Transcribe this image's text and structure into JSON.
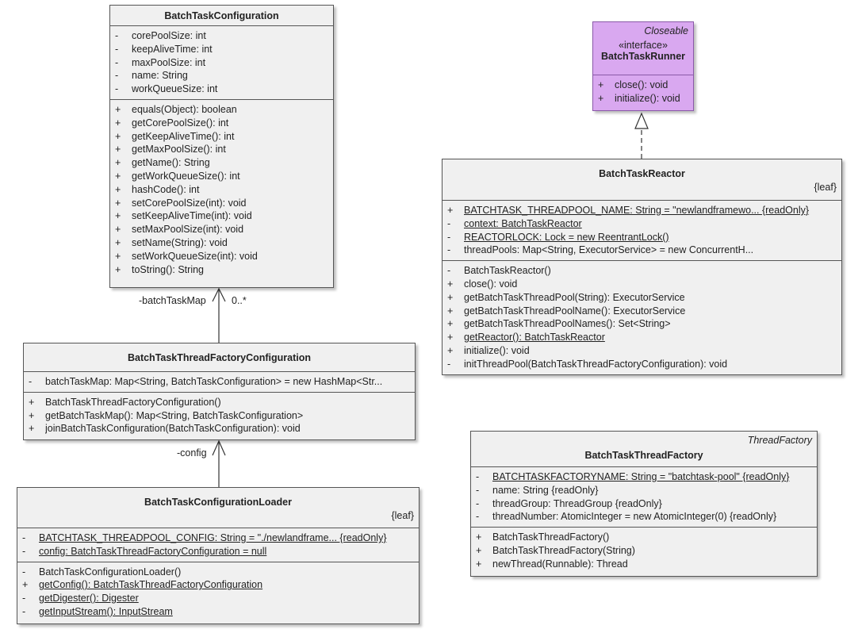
{
  "btc": {
    "name": "BatchTaskConfiguration",
    "attrs": [
      {
        "v": "-",
        "t": "corePoolSize: int"
      },
      {
        "v": "-",
        "t": "keepAliveTime: int"
      },
      {
        "v": "-",
        "t": "maxPoolSize: int"
      },
      {
        "v": "-",
        "t": "name: String"
      },
      {
        "v": "-",
        "t": "workQueueSize: int"
      }
    ],
    "ops": [
      {
        "v": "+",
        "t": "equals(Object): boolean"
      },
      {
        "v": "+",
        "t": "getCorePoolSize(): int"
      },
      {
        "v": "+",
        "t": "getKeepAliveTime(): int"
      },
      {
        "v": "+",
        "t": "getMaxPoolSize(): int"
      },
      {
        "v": "+",
        "t": "getName(): String"
      },
      {
        "v": "+",
        "t": "getWorkQueueSize(): int"
      },
      {
        "v": "+",
        "t": "hashCode(): int"
      },
      {
        "v": "+",
        "t": "setCorePoolSize(int): void"
      },
      {
        "v": "+",
        "t": "setKeepAliveTime(int): void"
      },
      {
        "v": "+",
        "t": "setMaxPoolSize(int): void"
      },
      {
        "v": "+",
        "t": "setName(String): void"
      },
      {
        "v": "+",
        "t": "setWorkQueueSize(int): void"
      },
      {
        "v": "+",
        "t": "toString(): String"
      }
    ]
  },
  "runner": {
    "corner": "Closeable",
    "stereotype": "«interface»",
    "name": "BatchTaskRunner",
    "ops": [
      {
        "v": "+",
        "t": "close(): void"
      },
      {
        "v": "+",
        "t": "initialize(): void"
      }
    ]
  },
  "reactor": {
    "name": "BatchTaskReactor",
    "leaf": "{leaf}",
    "attrs": [
      {
        "v": "+",
        "t": "BATCHTASK_THREADPOOL_NAME: String = \"newlandframewo... {readOnly}",
        "u": true
      },
      {
        "v": "-",
        "t": "context: BatchTaskReactor",
        "u": true
      },
      {
        "v": "-",
        "t": "REACTORLOCK: Lock = new ReentrantLock()",
        "u": true
      },
      {
        "v": "-",
        "t": "threadPools: Map<String, ExecutorService> = new ConcurrentH..."
      }
    ],
    "ops": [
      {
        "v": "-",
        "t": "BatchTaskReactor()"
      },
      {
        "v": "+",
        "t": "close(): void"
      },
      {
        "v": "+",
        "t": "getBatchTaskThreadPool(String): ExecutorService"
      },
      {
        "v": "+",
        "t": "getBatchTaskThreadPoolName(): ExecutorService"
      },
      {
        "v": "+",
        "t": "getBatchTaskThreadPoolNames(): Set<String>"
      },
      {
        "v": "+",
        "t": "getReactor(): BatchTaskReactor",
        "u": true
      },
      {
        "v": "+",
        "t": "initialize(): void"
      },
      {
        "v": "-",
        "t": "initThreadPool(BatchTaskThreadFactoryConfiguration): void"
      }
    ]
  },
  "tfc": {
    "name": "BatchTaskThreadFactoryConfiguration",
    "attrs": [
      {
        "v": "-",
        "t": "batchTaskMap: Map<String, BatchTaskConfiguration> = new HashMap<Str..."
      }
    ],
    "ops": [
      {
        "v": "+",
        "t": "BatchTaskThreadFactoryConfiguration()"
      },
      {
        "v": "+",
        "t": "getBatchTaskMap(): Map<String, BatchTaskConfiguration>"
      },
      {
        "v": "+",
        "t": "joinBatchTaskConfiguration(BatchTaskConfiguration): void"
      }
    ]
  },
  "loader": {
    "name": "BatchTaskConfigurationLoader",
    "leaf": "{leaf}",
    "attrs": [
      {
        "v": "-",
        "t": "BATCHTASK_THREADPOOL_CONFIG: String = \"./newlandframe... {readOnly}",
        "u": true
      },
      {
        "v": "-",
        "t": "config: BatchTaskThreadFactoryConfiguration = null",
        "u": true
      }
    ],
    "ops": [
      {
        "v": "-",
        "t": "BatchTaskConfigurationLoader()"
      },
      {
        "v": "+",
        "t": "getConfig(): BatchTaskThreadFactoryConfiguration",
        "u": true
      },
      {
        "v": "-",
        "t": "getDigester(): Digester",
        "u": true
      },
      {
        "v": "-",
        "t": "getInputStream(): InputStream",
        "u": true
      }
    ]
  },
  "factory": {
    "corner": "ThreadFactory",
    "name": "BatchTaskThreadFactory",
    "attrs": [
      {
        "v": "-",
        "t": "BATCHTASKFACTORYNAME: String = \"batchtask-pool\" {readOnly}",
        "u": true
      },
      {
        "v": "-",
        "t": "name: String {readOnly}"
      },
      {
        "v": "-",
        "t": "threadGroup: ThreadGroup {readOnly}"
      },
      {
        "v": "-",
        "t": "threadNumber: AtomicInteger = new AtomicInteger(0) {readOnly}"
      }
    ],
    "ops": [
      {
        "v": "+",
        "t": "BatchTaskThreadFactory()"
      },
      {
        "v": "+",
        "t": "BatchTaskThreadFactory(String)"
      },
      {
        "v": "+",
        "t": "newThread(Runnable): Thread"
      }
    ]
  },
  "labels": {
    "role_map": "-batchTaskMap",
    "mult_map": "0..*",
    "role_config": "-config"
  }
}
